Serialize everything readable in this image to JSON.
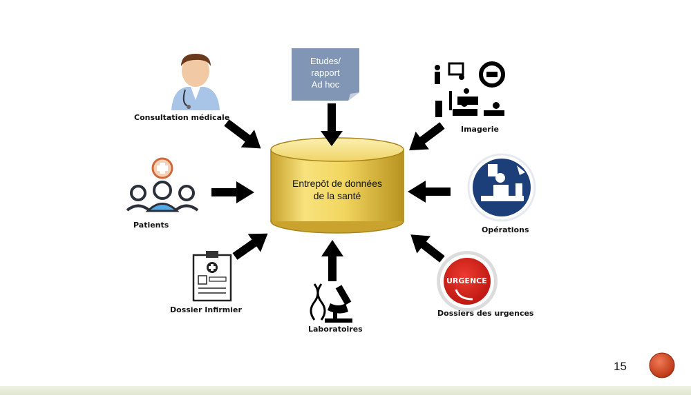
{
  "center": {
    "label_line1": "Entrepôt de données",
    "label_line2": "de la santé"
  },
  "adhoc": {
    "line1": "Etudes/",
    "line2": "rapport",
    "line3": "Ad hoc"
  },
  "sources": {
    "consultation": "Consultation médicale",
    "imagerie": "Imagerie",
    "patients": "Patients",
    "operations": "Opérations",
    "dossier_infirmier": "Dossier Infirmier",
    "laboratoires": "Laboratoires",
    "urgences": "Dossiers des urgences"
  },
  "urgence_badge": "URGENCE",
  "page_number": "15",
  "colors": {
    "cylinder": "#f0d467",
    "adhoc_doc": "#8096b4",
    "arrow": "#000000",
    "slide_button": "#c83a1c"
  }
}
